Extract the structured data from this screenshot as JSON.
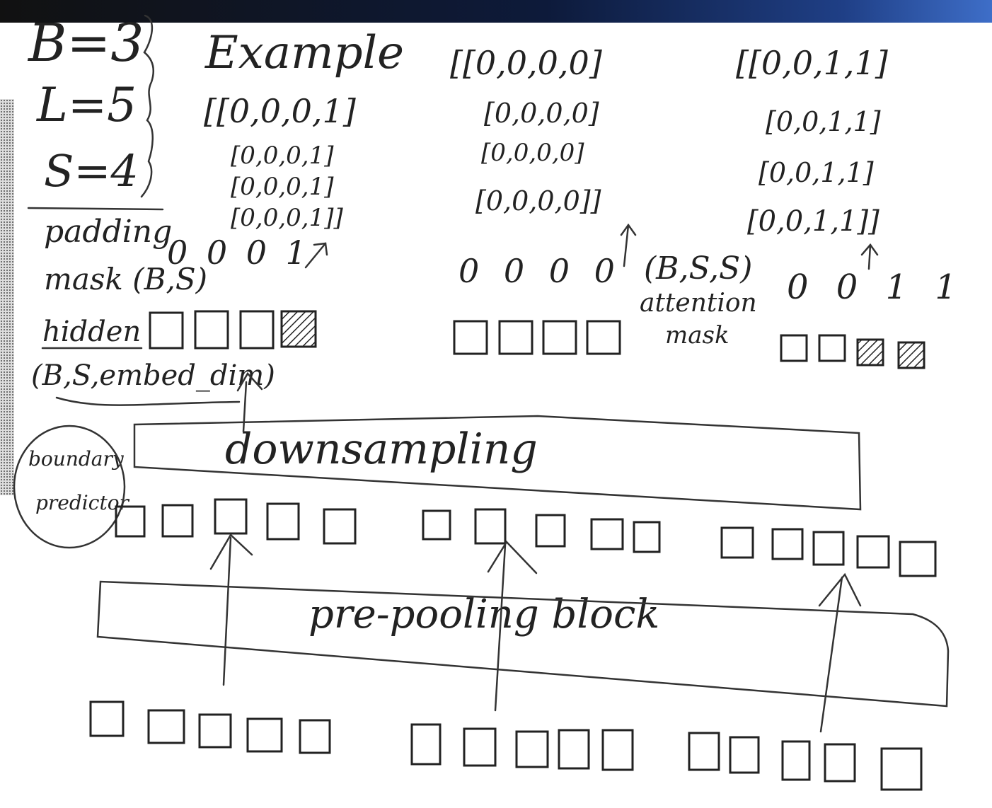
{
  "params": {
    "b": "B=3",
    "l": "L=5",
    "s": "S=4"
  },
  "example_title": "Example",
  "padding_mask": {
    "matrix_rows": [
      "[[0,0,0,1]",
      "[0,0,0,1]",
      "[0,0,0,1]",
      "[0,0,0,1]]"
    ],
    "values": "0 0 0 1",
    "label_line1": "padding",
    "label_line2": "mask (B,S)"
  },
  "attention_mask": {
    "matrix_a_rows": [
      "[[0,0,0,0]",
      "[0,0,0,0]",
      "[0,0,0,0]",
      "[0,0,0,0]]"
    ],
    "values_a": "0 0 0 0",
    "shape": "(B,S,S)",
    "label_line1": "attention",
    "label_line2": "mask",
    "matrix_b_rows": [
      "[[0,0,1,1]",
      "[0,0,1,1]",
      "[0,0,1,1]",
      "[0,0,1,1]]"
    ],
    "values_b": "0 0 1 1"
  },
  "hidden": {
    "label": "hidden",
    "shape": "(B,S,embed_dim)"
  },
  "boundary": {
    "line1": "boundary",
    "line2": "predictor"
  },
  "downsampling": {
    "label": "downsampling"
  },
  "pre_pooling": {
    "label": "pre-pooling block"
  },
  "colors": {
    "ink": "#222222",
    "paper": "#ffffff",
    "hatch": "#222222"
  }
}
